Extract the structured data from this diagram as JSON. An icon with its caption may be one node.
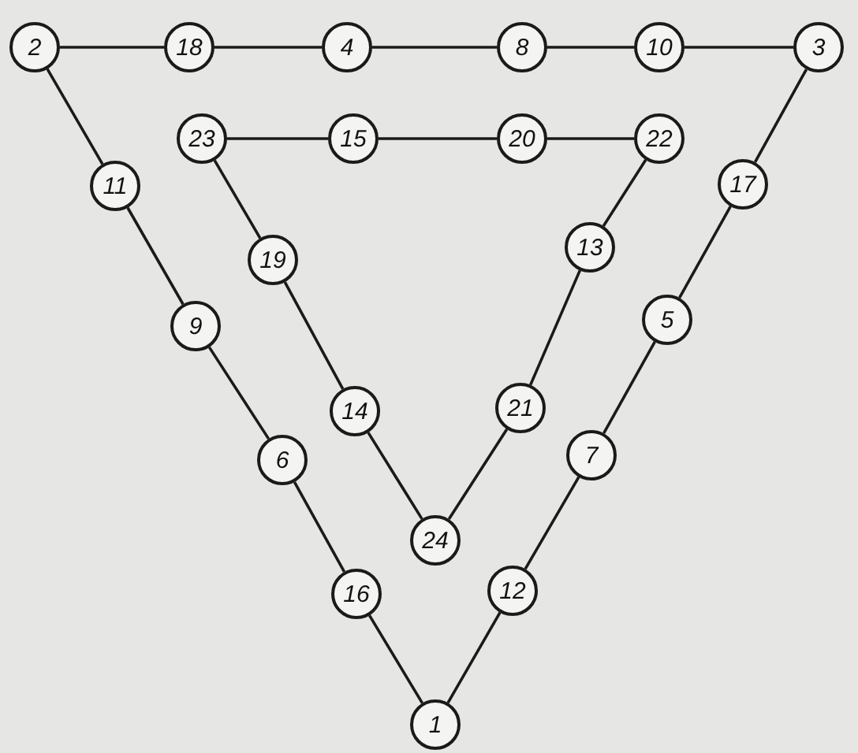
{
  "diagram": {
    "nodes": [
      {
        "text": [
          "2"
        ]
      },
      {
        "text": [
          "18"
        ]
      },
      {
        "text": [
          "4"
        ]
      },
      {
        "text": [
          "8"
        ]
      },
      {
        "text": [
          "10"
        ]
      },
      {
        "text": [
          "3"
        ]
      },
      {
        "text": [
          "23"
        ]
      },
      {
        "text": [
          "15"
        ]
      },
      {
        "text": [
          "20"
        ]
      },
      {
        "text": [
          "22"
        ]
      },
      {
        "text": [
          "11"
        ]
      },
      {
        "text": [
          "17"
        ]
      },
      {
        "text": [
          "13"
        ]
      },
      {
        "text": [
          "19"
        ]
      },
      {
        "text": [
          "9"
        ]
      },
      {
        "text": [
          "5"
        ]
      },
      {
        "text": [
          "21"
        ]
      },
      {
        "text": [
          "14"
        ]
      },
      {
        "text": [
          "6"
        ]
      },
      {
        "text": [
          "7"
        ]
      },
      {
        "text": [
          "24"
        ]
      },
      {
        "text": [
          "16"
        ]
      },
      {
        "text": [
          "12"
        ]
      },
      {
        "text": [
          "1"
        ]
      }
    ],
    "edges": [
      {
        "from": 0,
        "to": 1,
        "arrow": "none"
      },
      {
        "from": 1,
        "to": 2,
        "arrow": "none"
      },
      {
        "from": 2,
        "to": 3,
        "arrow": "none"
      },
      {
        "from": 3,
        "to": 4,
        "arrow": "none"
      },
      {
        "from": 4,
        "to": 5,
        "arrow": "none"
      },
      {
        "from": 0,
        "to": 10,
        "arrow": "none"
      },
      {
        "from": 10,
        "to": 14,
        "arrow": "none"
      },
      {
        "from": 14,
        "to": 18,
        "arrow": "none"
      },
      {
        "from": 18,
        "to": 21,
        "arrow": "none"
      },
      {
        "from": 21,
        "to": 23,
        "arrow": "none"
      },
      {
        "from": 5,
        "to": 11,
        "arrow": "none"
      },
      {
        "from": 11,
        "to": 15,
        "arrow": "none"
      },
      {
        "from": 15,
        "to": 19,
        "arrow": "none"
      },
      {
        "from": 19,
        "to": 22,
        "arrow": "none"
      },
      {
        "from": 22,
        "to": 23,
        "arrow": "none"
      },
      {
        "from": 6,
        "to": 7,
        "arrow": "none"
      },
      {
        "from": 7,
        "to": 8,
        "arrow": "none"
      },
      {
        "from": 8,
        "to": 9,
        "arrow": "none"
      },
      {
        "from": 6,
        "to": 13,
        "arrow": "none"
      },
      {
        "from": 13,
        "to": 17,
        "arrow": "none"
      },
      {
        "from": 17,
        "to": 20,
        "arrow": "none"
      },
      {
        "from": 9,
        "to": 12,
        "arrow": "none"
      },
      {
        "from": 12,
        "to": 16,
        "arrow": "none"
      },
      {
        "from": 16,
        "to": 20,
        "arrow": "none"
      }
    ]
  }
}
